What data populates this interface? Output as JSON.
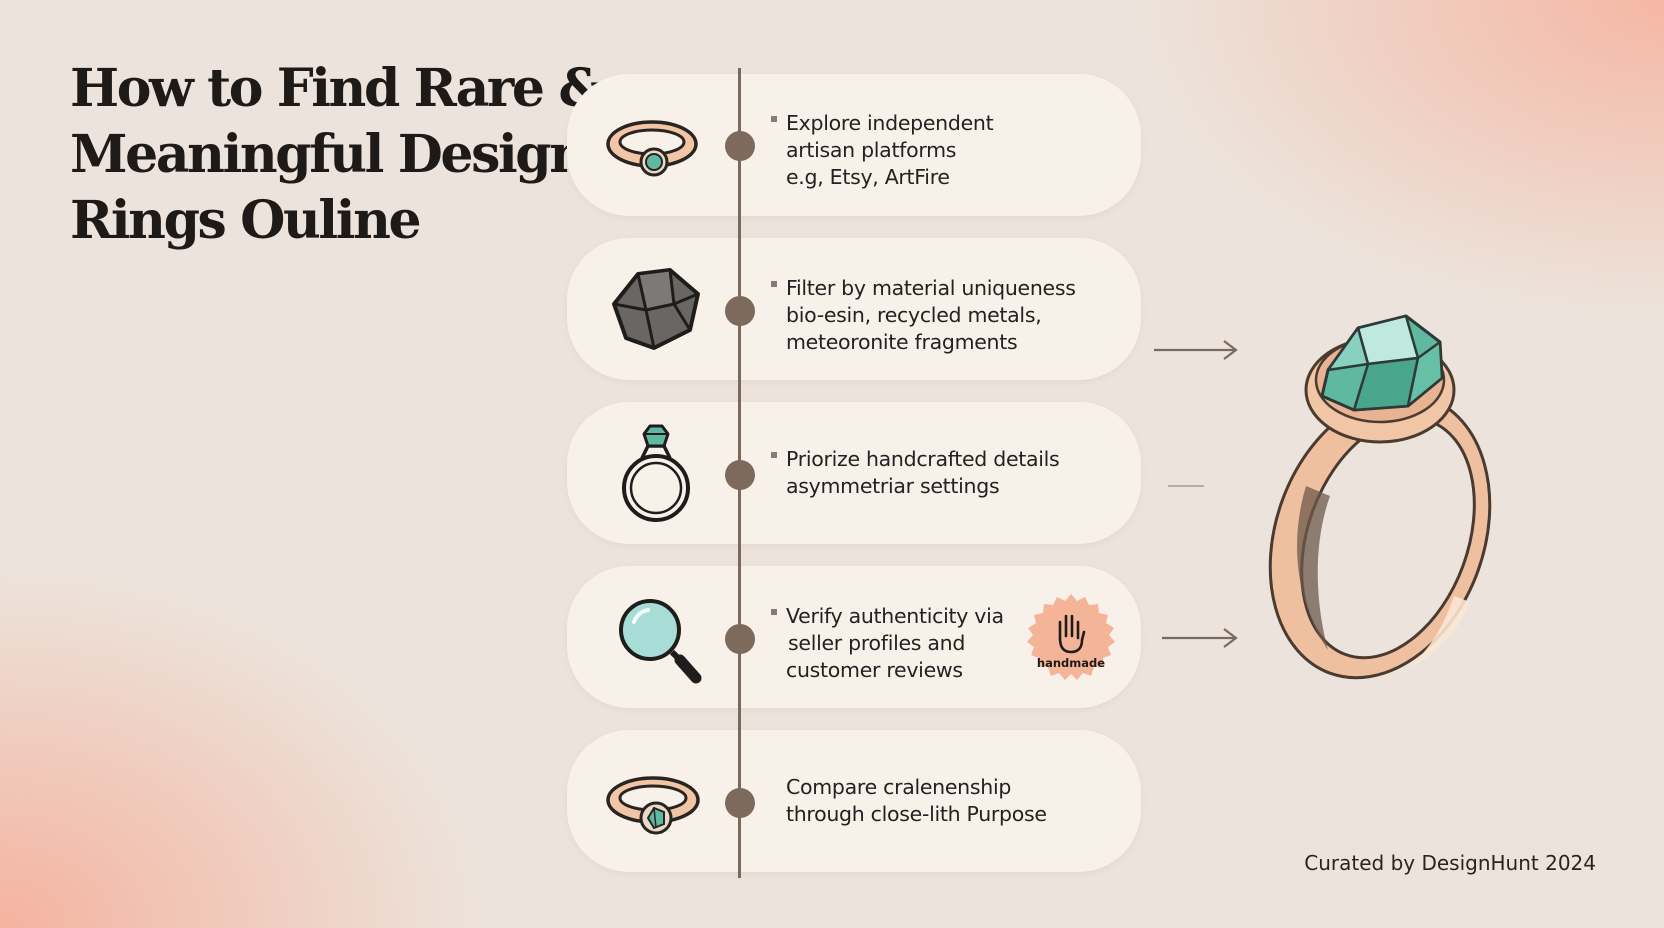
{
  "title": {
    "line1": "How to Find Rare &",
    "line2": "Meaningful Design",
    "line3": "Rings Ouline"
  },
  "steps": [
    {
      "icon": "gold-ring-icon",
      "lines": [
        "Explore independent",
        "artisan platforms",
        "e.g, Etsy, ArtFire"
      ]
    },
    {
      "icon": "raw-stone-icon",
      "lines": [
        "Filter by material uniqueness",
        "bio-esin, recycled metals,",
        "meteoronite fragments"
      ]
    },
    {
      "icon": "solitaire-ring-icon",
      "lines": [
        "Priorize handcrafted details",
        "asymmetriar settings"
      ]
    },
    {
      "icon": "magnifier-icon",
      "lines": [
        "Verify authenticity via",
        "seller profiles and",
        "customer reviews"
      ]
    },
    {
      "icon": "gem-ring-icon",
      "lines": [
        "Compare cralenenship",
        "through close-lith Purpose"
      ]
    }
  ],
  "badge": {
    "label": "handmade",
    "icon": "hand-icon"
  },
  "illustration": {
    "icon": "emerald-ring-icon"
  },
  "footer": "Curated by DesignHunt 2024",
  "colors": {
    "card": "#f8f1ea",
    "gem": "#5fb8a0",
    "gold": "#f1c6a6",
    "badge": "#f4b497",
    "timeline": "#7a6a5e"
  }
}
